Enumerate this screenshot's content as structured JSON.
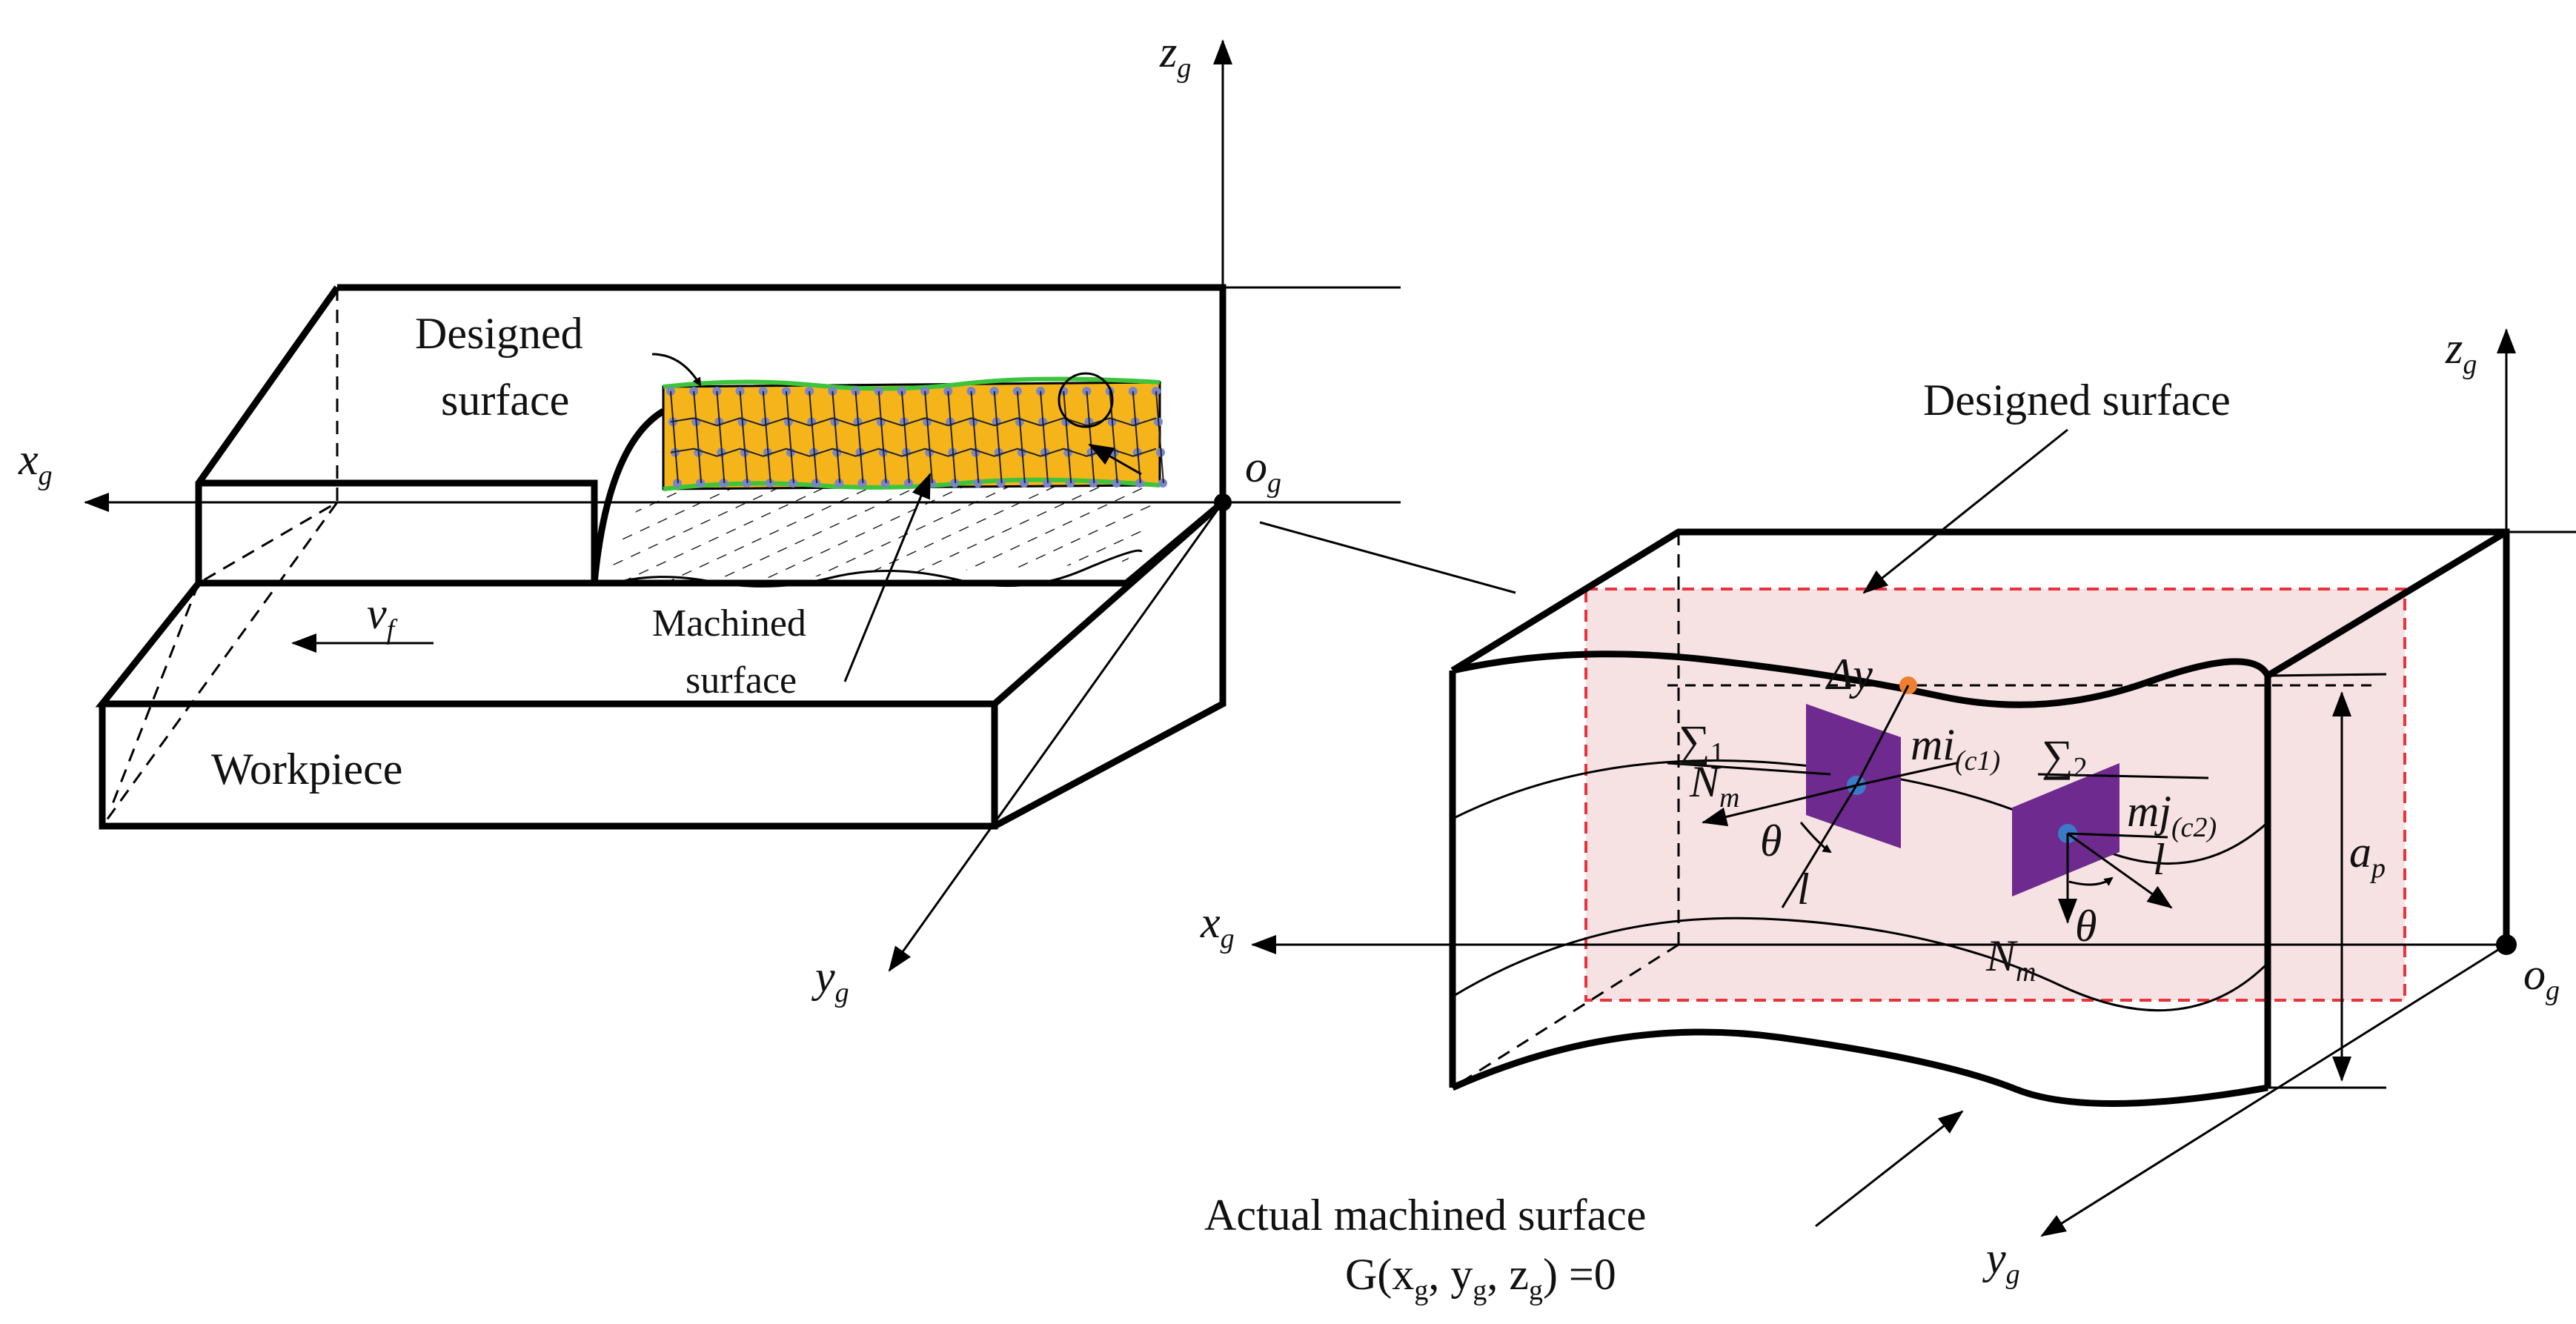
{
  "left": {
    "axis_z": "z",
    "axis_z_sub": "g",
    "axis_x": "x",
    "axis_x_sub": "g",
    "axis_y": "y",
    "axis_y_sub": "g",
    "origin": "o",
    "origin_sub": "g",
    "designed_line1": "Designed",
    "designed_line2": "surface",
    "machined_line1": "Machined",
    "machined_line2": "surface",
    "feed_symbol": "v",
    "feed_sub": "f",
    "workpiece": "Workpiece"
  },
  "right": {
    "axis_z": "z",
    "axis_z_sub": "g",
    "axis_x": "x",
    "axis_x_sub": "g",
    "axis_y": "y",
    "axis_y_sub": "g",
    "origin": "o",
    "origin_sub": "g",
    "designed_surface": "Designed surface",
    "actual_surface": "Actual machined surface",
    "equation": "G(x",
    "eq_sub1": "g",
    "eq_sep1": ",   y",
    "eq_sub2": "g",
    "eq_sep2": ",   z",
    "eq_sub3": "g",
    "eq_end": ") =0",
    "sigma1": "∑",
    "sigma1_sub": "1",
    "sigma2": "∑",
    "sigma2_sub": "2",
    "delta_y": "Δy",
    "mi": "mi",
    "mi_sub": "(c1)",
    "mj": "mj",
    "mj_sub": "(c2)",
    "normal1": "N",
    "normal1_sub": "m",
    "normal2": "N",
    "normal2_sub": "m",
    "theta1": "θ",
    "theta2": "θ",
    "l1": "l",
    "l2": "l",
    "depth": "a",
    "depth_sub": "p"
  },
  "colors": {
    "designed_fill": "#F5B41A",
    "surface_dots": "#7A85C8",
    "green_edge": "#3CC43C",
    "pink_region": "#F6E1E3",
    "red_dash": "#E8323C",
    "purple_plane": "#6E2A8E",
    "point_blue": "#3A7BC8",
    "point_orange": "#F08030"
  }
}
